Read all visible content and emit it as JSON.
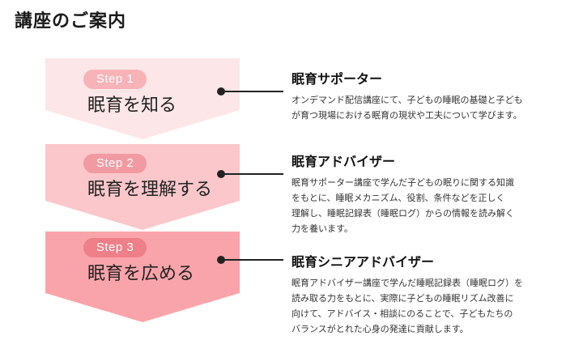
{
  "page": {
    "title": "講座のご案内"
  },
  "colors": {
    "arrow_1": "#fde6e8",
    "arrow_2": "#fbc7cb",
    "arrow_3": "#f9a4aa",
    "pill_1": "#f7b3b8",
    "pill_2": "#f29aa1",
    "pill_3": "#ef7f88"
  },
  "steps": [
    {
      "badge": "Step 1",
      "title": "眠育を知る",
      "heading": "眠育サポーター",
      "body_lines": [
        "オンデマンド配信講座にて、子どもの睡眠の基礎と子ども",
        "が育つ現場における眠育の現状や工夫について学びます。"
      ]
    },
    {
      "badge": "Step 2",
      "title": "眠育を理解する",
      "heading": "眠育アドバイザー",
      "body_lines": [
        "眠育サポーター講座で学んだ子どもの眠りに関する知識",
        "をもとに、睡眠メカニズム、役割、条件などを正しく",
        "理解し、睡眠記録表（睡眠ログ）からの情報を読み解く",
        "力を養います。"
      ]
    },
    {
      "badge": "Step 3",
      "title": "眠育を広める",
      "heading": "眠育シニアアドバイザー",
      "body_lines": [
        "眠育アドバイザー講座で学んだ睡眠記録表（睡眠ログ）を",
        "読み取る力をもとに、実際に子どもの睡眠リズム改善に",
        "向けて、アドバイス・相談にのることで、子どもたちの",
        "バランスがとれた心身の発達に貢献します。"
      ]
    }
  ]
}
